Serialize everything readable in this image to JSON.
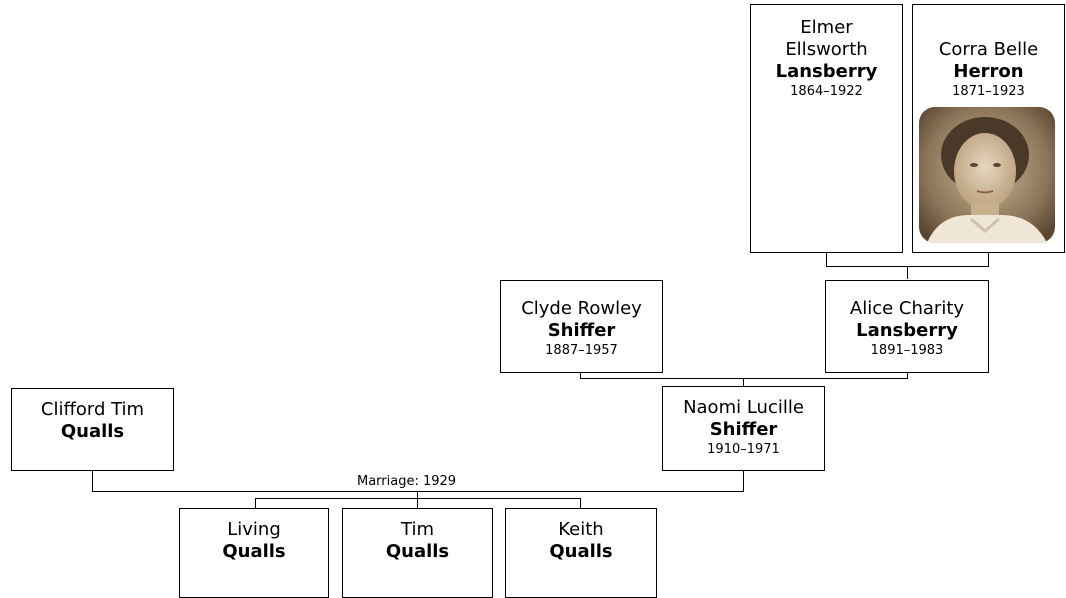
{
  "people": {
    "elmer": {
      "given": "Elmer\nEllsworth",
      "surname": "Lansberry",
      "years": "1864–1922"
    },
    "corra": {
      "given": "Corra Belle",
      "surname": "Herron",
      "years": "1871–1923"
    },
    "clyde": {
      "given": "Clyde Rowley",
      "surname": "Shiffer",
      "years": "1887–1957"
    },
    "alice": {
      "given": "Alice Charity",
      "surname": "Lansberry",
      "years": "1891–1983"
    },
    "naomi": {
      "given": "Naomi Lucille",
      "surname": "Shiffer",
      "years": "1910–1971"
    },
    "clifford": {
      "given": "Clifford Tim",
      "surname": "Qualls"
    },
    "living": {
      "given": "Living",
      "surname": "Qualls"
    },
    "tim": {
      "given": "Tim",
      "surname": "Qualls"
    },
    "keith": {
      "given": "Keith",
      "surname": "Qualls"
    }
  },
  "marriage_label": "Marriage: 1929",
  "colors": {
    "line": "#000000",
    "box_border": "#000000",
    "background": "#ffffff"
  }
}
